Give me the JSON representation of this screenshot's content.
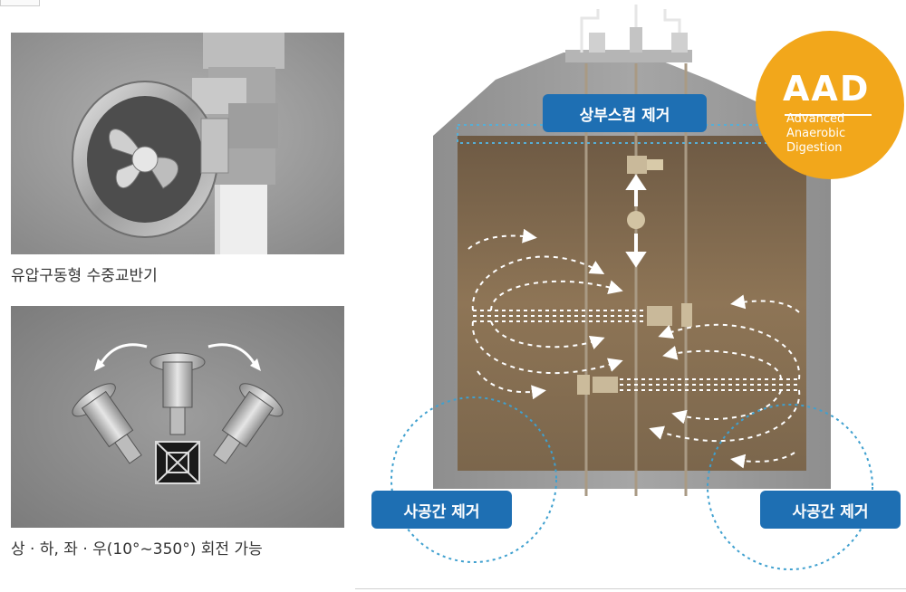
{
  "left_panels": [
    {
      "caption": "유압구동형 수중교반기"
    },
    {
      "caption": "상 · 하, 좌 · 우(10°~350°) 회전 가능"
    }
  ],
  "diagram": {
    "top_label": "상부스컴 제거",
    "left_label": "사공간 제거",
    "right_label": "사공간 제거"
  },
  "badge": {
    "title": "AAD",
    "line1": "Advanced",
    "line2": "Anaerobic",
    "line3": "Digestion"
  },
  "colors": {
    "label_blue": "#1e6fb3",
    "badge_orange": "#f2a71b",
    "sludge_brown": "#8e7556",
    "concrete_gray": "#9a9a9a"
  }
}
